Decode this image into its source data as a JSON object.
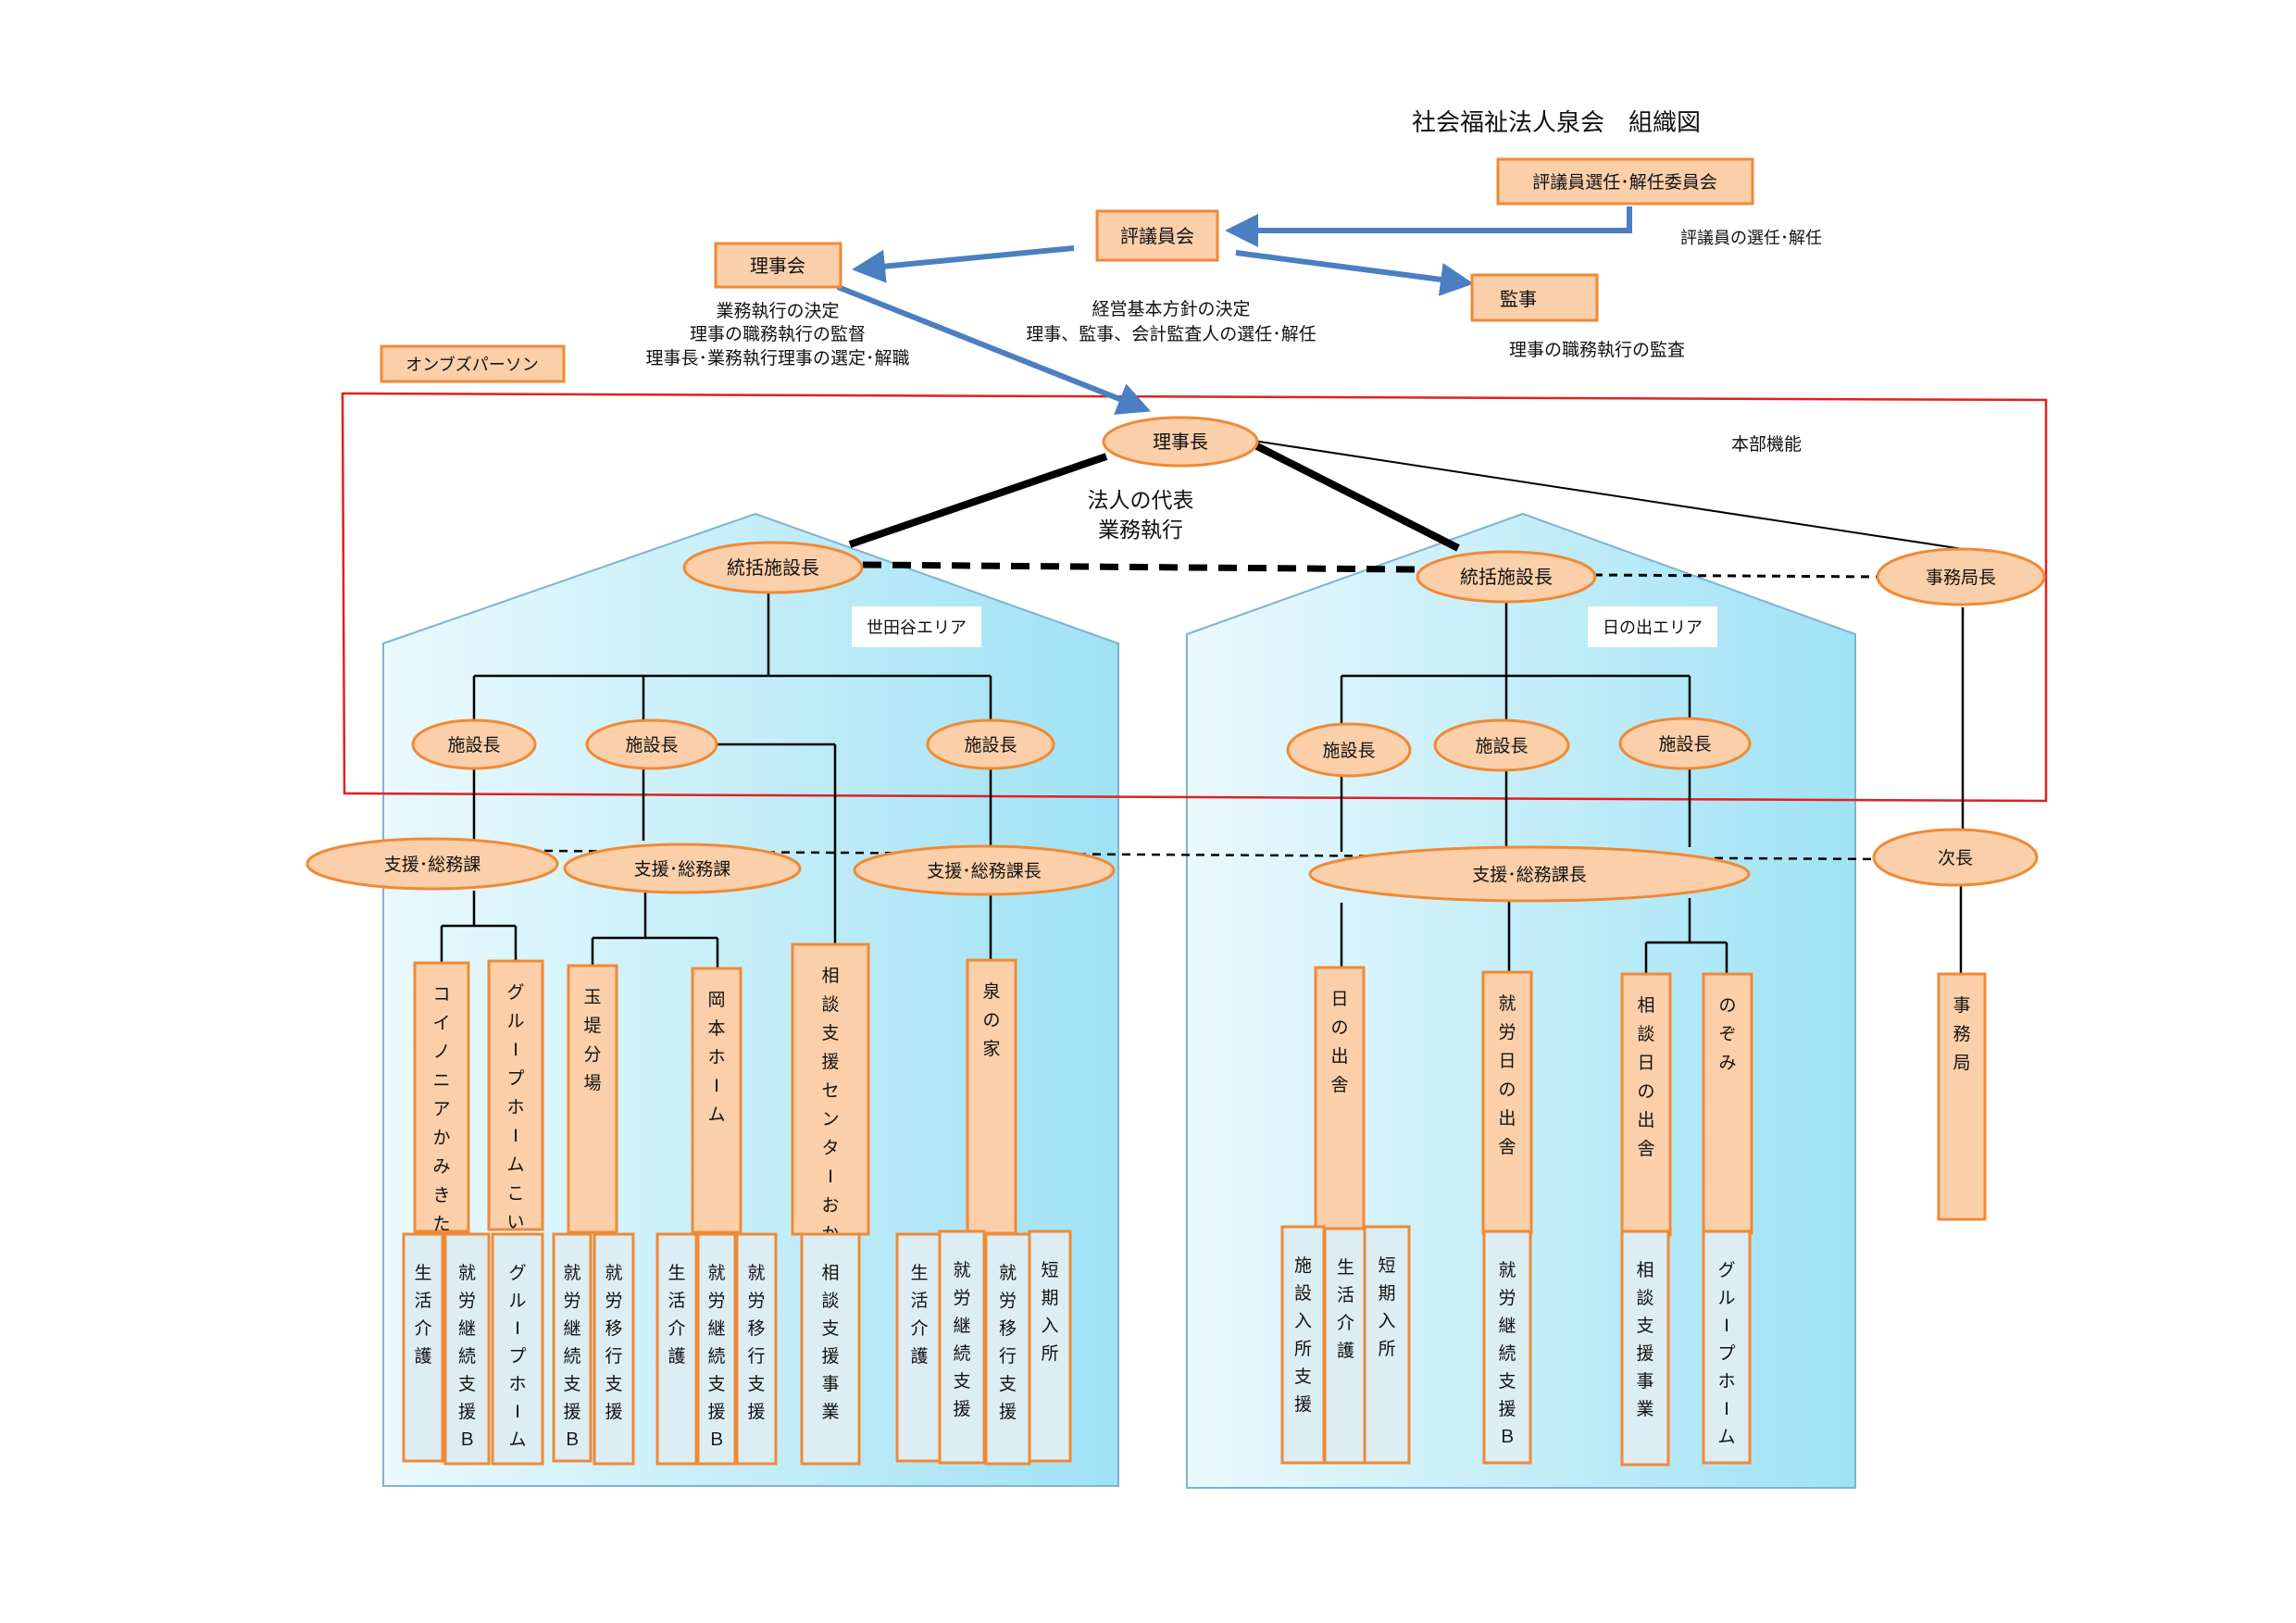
{
  "title": "社会福祉法人泉会　組織図",
  "governance": {
    "selection_committee": "評議員選任･解任委員会",
    "selection_note": "評議員の選任･解任",
    "council": "評議員会",
    "council_note": [
      "経営基本方針の決定",
      "理事、監事、会計監査人の選任･解任"
    ],
    "board": "理事会",
    "board_note": [
      "業務執行の決定",
      "理事の職務執行の監督",
      "理事長･業務執行理事の選定･解職"
    ],
    "auditor": "監事",
    "auditor_note": "理事の職務執行の監査",
    "ombudsperson": "オンブズパーソン"
  },
  "headquarters": {
    "label": "本部機能",
    "chairman": "理事長",
    "chairman_note": [
      "法人の代表",
      "業務執行"
    ]
  },
  "areas": {
    "setagaya": {
      "name": "世田谷エリア",
      "head": "統括施設長",
      "facility_heads": [
        "施設長",
        "施設長",
        "施設長"
      ],
      "sections": [
        "支援･総務課",
        "支援･総務課",
        "支援･総務課長"
      ],
      "facilities": [
        "コイノニアかみきた",
        "グルIプホIムこいの",
        "玉堤分場",
        "岡本ホIム",
        "相談支援センタIおか",
        "泉の家"
      ],
      "services": [
        "生活介護",
        "就労継続支援Ｂ",
        "グルIプホIム",
        "就労継続支援Ｂ",
        "就労移行支援",
        "生活介護",
        "就労継続支援Ｂ",
        "就労移行支援",
        "相談支援事業",
        "生活介護",
        "就労継続支援",
        "就労移行支援",
        "短期入所"
      ]
    },
    "hinode": {
      "name": "日の出エリア",
      "head": "統括施設長",
      "facility_heads": [
        "施設長",
        "施設長",
        "施設長"
      ],
      "section": "支援･総務課長",
      "facilities": [
        "日の出舎",
        "就労日の出舎",
        "相談日の出舎",
        "のぞみ"
      ],
      "services": [
        "施設入所支援",
        "生活介護",
        "短期入所",
        "就労継続支援Ｂ",
        "相談支援事業",
        "グルIプホIム"
      ]
    }
  },
  "office": {
    "head": "事務局長",
    "deputy": "次長",
    "unit": "事務局"
  },
  "colors": {
    "box_fill": "#fbcfaa",
    "box_border": "#ef8a36",
    "arrow": "#4a7fc1",
    "hq_border": "#e02020",
    "area_light": "#e8f8fd",
    "area_dark": "#9ee3f6",
    "service_fill": "#dcedf3"
  }
}
